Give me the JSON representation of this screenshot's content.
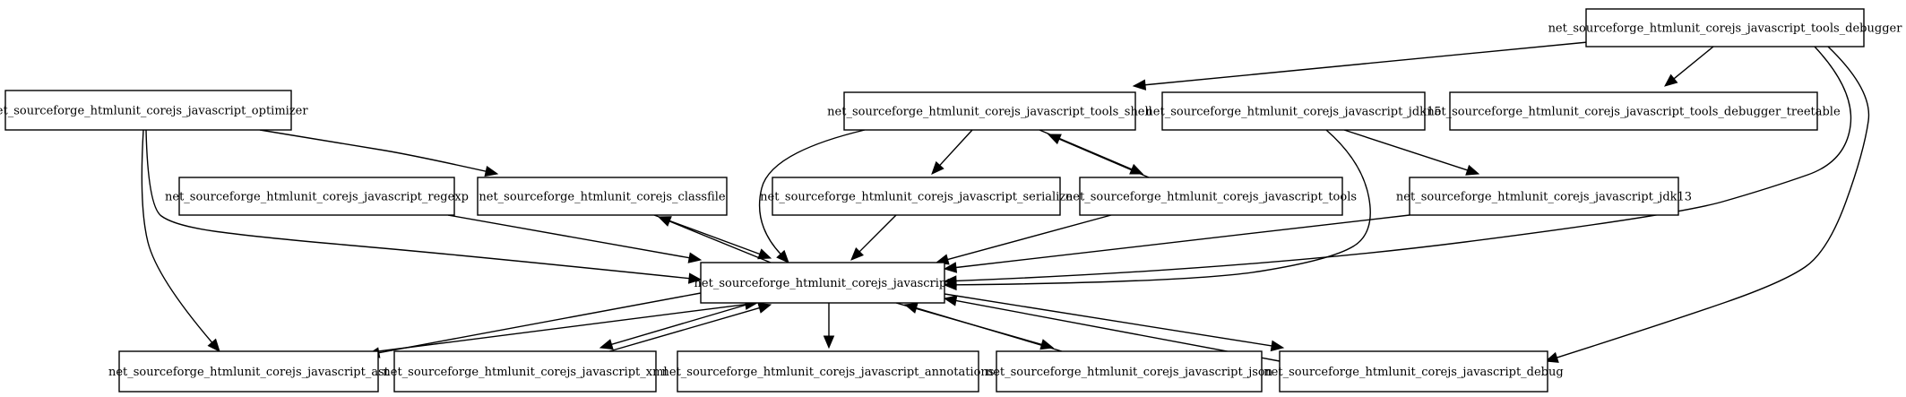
{
  "graph": {
    "nodes": [
      {
        "id": "debugger",
        "label": "net_sourceforge_htmlunit_corejs_javascript_tools_debugger"
      },
      {
        "id": "optimizer",
        "label": "net_sourceforge_htmlunit_corejs_javascript_optimizer"
      },
      {
        "id": "shell",
        "label": "net_sourceforge_htmlunit_corejs_javascript_tools_shell"
      },
      {
        "id": "jdk15",
        "label": "net_sourceforge_htmlunit_corejs_javascript_jdk15"
      },
      {
        "id": "treetable",
        "label": "net_sourceforge_htmlunit_corejs_javascript_tools_debugger_treetable"
      },
      {
        "id": "regexp",
        "label": "net_sourceforge_htmlunit_corejs_javascript_regexp"
      },
      {
        "id": "classfile",
        "label": "net_sourceforge_htmlunit_corejs_classfile"
      },
      {
        "id": "serialize",
        "label": "net_sourceforge_htmlunit_corejs_javascript_serialize"
      },
      {
        "id": "tools",
        "label": "net_sourceforge_htmlunit_corejs_javascript_tools"
      },
      {
        "id": "jdk13",
        "label": "net_sourceforge_htmlunit_corejs_javascript_jdk13"
      },
      {
        "id": "javascript",
        "label": "net_sourceforge_htmlunit_corejs_javascript"
      },
      {
        "id": "ast",
        "label": "net_sourceforge_htmlunit_corejs_javascript_ast"
      },
      {
        "id": "xml",
        "label": "net_sourceforge_htmlunit_corejs_javascript_xml"
      },
      {
        "id": "annotations",
        "label": "net_sourceforge_htmlunit_corejs_javascript_annotations"
      },
      {
        "id": "json",
        "label": "net_sourceforge_htmlunit_corejs_javascript_json"
      },
      {
        "id": "debug",
        "label": "net_sourceforge_htmlunit_corejs_javascript_debug"
      }
    ],
    "edges": [
      {
        "from": "debugger",
        "to": "shell"
      },
      {
        "from": "debugger",
        "to": "treetable"
      },
      {
        "from": "debugger",
        "to": "javascript"
      },
      {
        "from": "debugger",
        "to": "debug"
      },
      {
        "from": "optimizer",
        "to": "classfile"
      },
      {
        "from": "optimizer",
        "to": "javascript"
      },
      {
        "from": "optimizer",
        "to": "ast"
      },
      {
        "from": "shell",
        "to": "serialize"
      },
      {
        "from": "shell",
        "to": "tools"
      },
      {
        "from": "shell",
        "to": "javascript"
      },
      {
        "from": "tools",
        "to": "shell"
      },
      {
        "from": "tools",
        "to": "javascript"
      },
      {
        "from": "jdk15",
        "to": "jdk13"
      },
      {
        "from": "jdk15",
        "to": "javascript"
      },
      {
        "from": "regexp",
        "to": "javascript"
      },
      {
        "from": "classfile",
        "to": "javascript"
      },
      {
        "from": "javascript",
        "to": "classfile"
      },
      {
        "from": "serialize",
        "to": "javascript"
      },
      {
        "from": "jdk13",
        "to": "javascript"
      },
      {
        "from": "javascript",
        "to": "ast"
      },
      {
        "from": "ast",
        "to": "javascript"
      },
      {
        "from": "javascript",
        "to": "xml"
      },
      {
        "from": "xml",
        "to": "javascript"
      },
      {
        "from": "javascript",
        "to": "annotations"
      },
      {
        "from": "javascript",
        "to": "json"
      },
      {
        "from": "json",
        "to": "javascript"
      },
      {
        "from": "javascript",
        "to": "debug"
      },
      {
        "from": "debug",
        "to": "javascript"
      }
    ]
  }
}
